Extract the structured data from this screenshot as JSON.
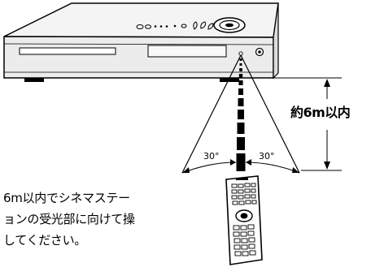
{
  "diagram": {
    "distance_label": "約6m以内",
    "angle_left": "30°",
    "angle_right": "30°",
    "instruction_lines": [
      "6m以内でシネマステー",
      "ョンの受光部に向けて操",
      "してください。"
    ],
    "colors": {
      "ink": "#000000",
      "device_panel": "#f2f2f2",
      "device_front": "#e6e6e6",
      "remote_body": "#ffffff"
    },
    "icons": [
      "recorder-device",
      "remote-control",
      "signal-beam",
      "angle-arc",
      "dimension-arrow"
    ]
  }
}
